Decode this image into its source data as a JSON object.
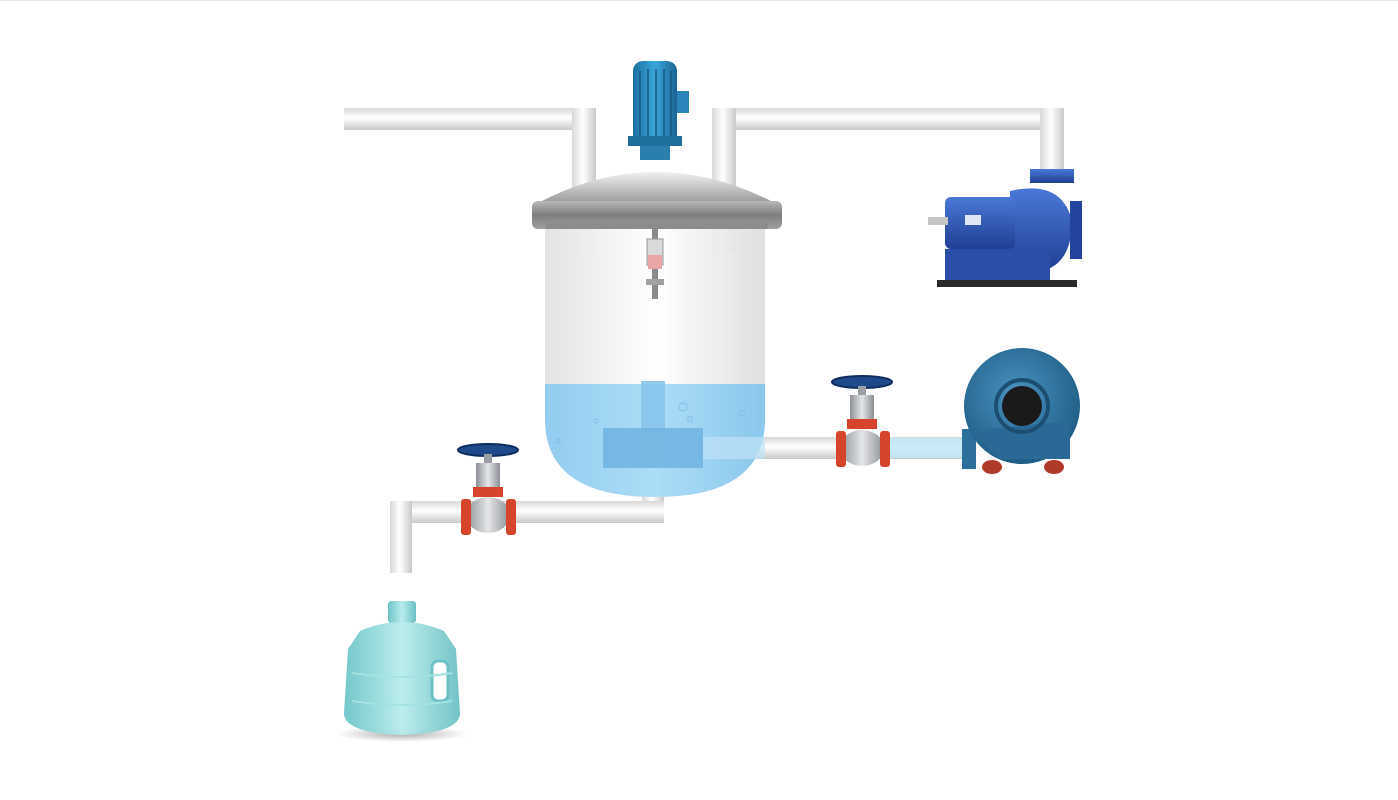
{
  "diagram": {
    "title": "",
    "tank_level_fraction": 0.42,
    "colors": {
      "pipe_light": "#f4f4f4",
      "pipe_dark": "#c8c8c8",
      "tank_glass": "#f2f2f2",
      "liquid": "#8fd0f2",
      "liquid_dark": "#73bde6",
      "valve_body": "#b9bcc0",
      "valve_flange": "#d6452b",
      "valve_handwheel": "#1e4a8c",
      "motor_blue": "#2a8ec4",
      "pump_blue": "#2c54b0",
      "blower_blue": "#2f78a8",
      "bottle": "#8fd9d9"
    },
    "components": {
      "tank": "mixing-tank",
      "motor": "agitator-motor",
      "centrifugal_pump": "centrifugal-pump",
      "blower": "blower",
      "valve_left": "globe-valve",
      "valve_right": "globe-valve",
      "bottle": "water-bottle"
    }
  }
}
